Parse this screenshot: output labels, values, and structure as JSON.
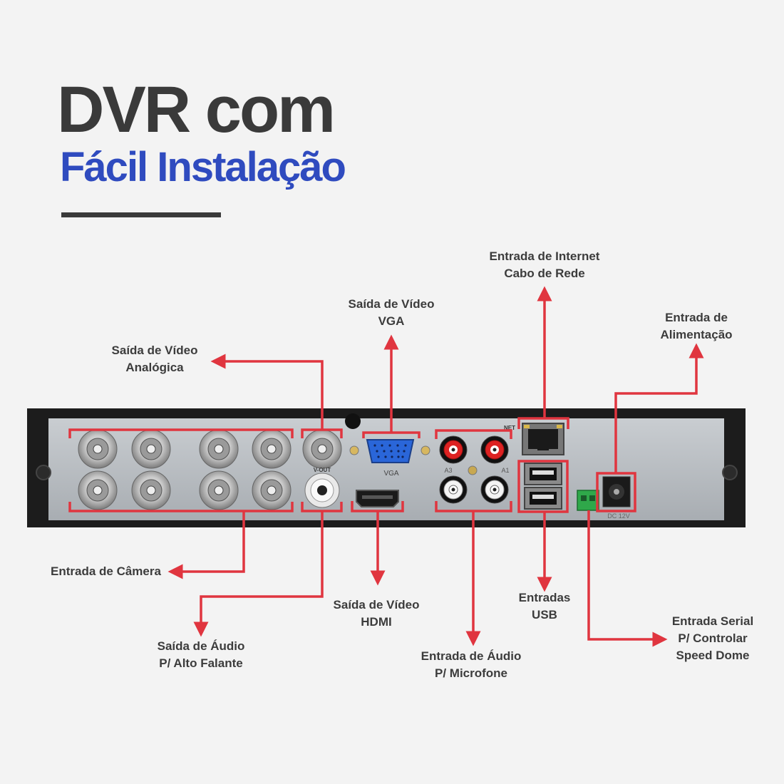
{
  "header": {
    "title_line1": "DVR com",
    "title_line2": "Fácil Instalação"
  },
  "colors": {
    "title": "#3a3a3a",
    "subtitle": "#2f4bbf",
    "callout": "#e0353f",
    "chassis": "#1c1c1c",
    "panel": "#b9bec3"
  },
  "device": {
    "vga_label": "VGA",
    "vout_label": "V-OUT",
    "audio_label_left": "A3",
    "audio_label_right": "A1",
    "net_label": "NET",
    "power_label": "DC 12V"
  },
  "callouts": {
    "internet": {
      "line1": "Entrada de Internet",
      "line2": "Cabo de Rede"
    },
    "vga": {
      "line1": "Saída de Vídeo",
      "line2": "VGA"
    },
    "power": {
      "line1": "Entrada de",
      "line2": "Alimentação"
    },
    "analog": {
      "line1": "Saída de Vídeo",
      "line2": "Analógica"
    },
    "camera": {
      "line1": "Entrada de Câmera"
    },
    "hdmi": {
      "line1": "Saída de Vídeo",
      "line2": "HDMI"
    },
    "usb": {
      "line1": "Entradas",
      "line2": "USB"
    },
    "speaker": {
      "line1": "Saída de Áudio",
      "line2": "P/ Alto Falante"
    },
    "mic": {
      "line1": "Entrada de Áudio",
      "line2": "P/ Microfone"
    },
    "serial": {
      "line1": "Entrada Serial",
      "line2": "P/ Controlar",
      "line3": "Speed Dome"
    }
  }
}
